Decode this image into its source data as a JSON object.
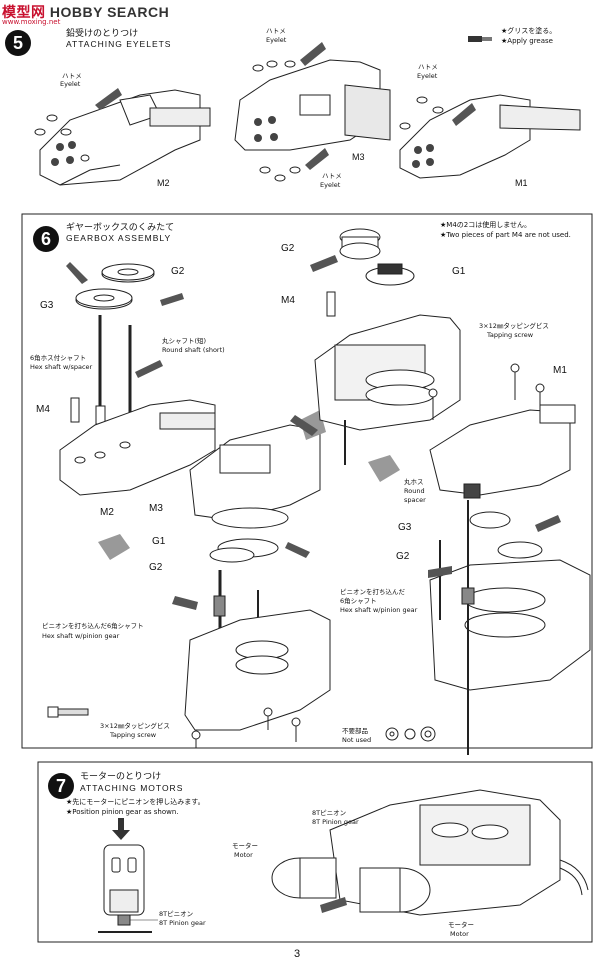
{
  "watermark": {
    "site_a": "模型网",
    "site_b": "HOBBY SEARCH",
    "url": "www.moxing.net"
  },
  "step5": {
    "number": "5",
    "title_jp": "鉛受けのとりつけ",
    "title_en": "ATTACHING EYELETS",
    "note_jp": "★グリスを塗る。",
    "note_en": "★Apply grease",
    "labels": {
      "hatome": "ハトメ",
      "eyelet": "Eyelet",
      "m1": "M1",
      "m2": "M2",
      "m3": "M3"
    }
  },
  "step6": {
    "number": "6",
    "title_jp": "ギヤーボックスのくみたて",
    "title_en": "GEARBOX ASSEMBLY",
    "note_jp": "★M4の2コは使用しません。",
    "note_en": "★Two pieces of part M4 are not used.",
    "labels": {
      "g1": "G1",
      "g2": "G2",
      "g3": "G3",
      "m1": "M1",
      "m2": "M2",
      "m3": "M3",
      "m4": "M4",
      "hex_spacer_jp": "6角ホス付シャフト",
      "hex_spacer_en": "Hex shaft w/spacer",
      "round_short_jp": "丸シャフト(短)",
      "round_short_en": "Round shaft (short)",
      "tapping_jp": "3×12㎜タッピングビス",
      "tapping_en": "Tapping screw",
      "round_spacer_jp": "丸ホス",
      "round_spacer_en1": "Round",
      "round_spacer_en2": "spacer",
      "pinion_jp": "ピニオンを打ち込んだ6角シャフト",
      "pinion_en": "Hex shaft w/pinion gear",
      "pinion_jp2": "ピニオンを打ち込んだ",
      "pinion_jp3": "6角シャフト",
      "unused_jp": "不要部品",
      "unused_en": "Not used"
    }
  },
  "step7": {
    "number": "7",
    "title_jp": "モーターのとりつけ",
    "title_en": "ATTACHING MOTORS",
    "note_jp": "★先にモーターにピニオンを押し込みます。",
    "note_en": "★Position pinion gear as shown.",
    "labels": {
      "pinion8_jp": "8Tピニオン",
      "pinion8_en": "8T Pinion gear",
      "motor_jp": "モーター",
      "motor_en": "Motor"
    }
  },
  "page_number": "3"
}
